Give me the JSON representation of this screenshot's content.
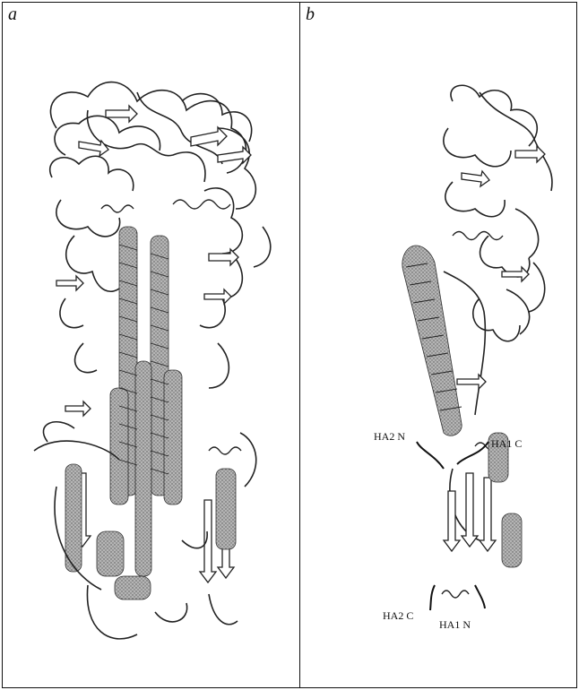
{
  "panels": [
    {
      "label": "a",
      "content": "full-trimer-ribbon"
    },
    {
      "label": "b",
      "content": "monomer-ribbon"
    }
  ],
  "annotations": {
    "ha2_n": "HA2 N",
    "ha1_c": "HA1 C",
    "ha2_c": "HA2 C",
    "ha1_n": "HA1 N"
  },
  "colors": {
    "helix": "#9a9a9a",
    "strand": "#ffffff",
    "line": "#222222"
  }
}
